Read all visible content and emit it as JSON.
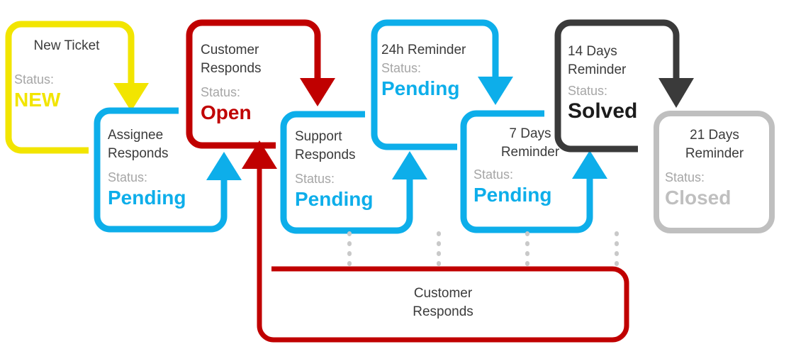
{
  "diagram": {
    "title_semantic": "ticket-status-workflow",
    "status_label": "Status:",
    "colors": {
      "new": "#F2E500",
      "open": "#C00000",
      "pending": "#0DAEEA",
      "solved": "#3A3A3A",
      "closed": "#BFBFBF",
      "title_text": "#3b3b3b",
      "status_label": "#a6a6a6",
      "dotted": "#c9c9c9",
      "background": "#ffffff"
    },
    "nodes": [
      {
        "id": "new-ticket",
        "title": "New Ticket",
        "status_label": "Status:",
        "value": "NEW",
        "color": "#F2E500",
        "value_color": "#F2E500",
        "align": "center"
      },
      {
        "id": "assignee-responds",
        "title": "Assignee\nResponds",
        "status_label": "Status:",
        "value": "Pending",
        "color": "#0DAEEA",
        "value_color": "#0DAEEA",
        "align": "left"
      },
      {
        "id": "customer-responds-open",
        "title": "Customer\nResponds",
        "status_label": "Status:",
        "value": "Open",
        "color": "#C00000",
        "value_color": "#C00000",
        "align": "left"
      },
      {
        "id": "support-responds",
        "title": "Support\nResponds",
        "status_label": "Status:",
        "value": "Pending",
        "color": "#0DAEEA",
        "value_color": "#0DAEEA",
        "align": "left"
      },
      {
        "id": "reminder-24h",
        "title": "24h Reminder",
        "status_label": "Status:",
        "value": "Pending",
        "color": "#0DAEEA",
        "value_color": "#0DAEEA",
        "align": "left"
      },
      {
        "id": "reminder-7-days",
        "title": "7 Days\nReminder",
        "status_label": "Status:",
        "value": "Pending",
        "color": "#0DAEEA",
        "value_color": "#0DAEEA",
        "align": "center"
      },
      {
        "id": "reminder-14-days",
        "title": "14 Days\nReminder",
        "status_label": "Status:",
        "value": "Solved",
        "color": "#3A3A3A",
        "value_color": "#1b1b1b",
        "align": "left"
      },
      {
        "id": "reminder-21-days",
        "title": "21 Days\nReminder",
        "status_label": "Status:",
        "value": "Closed",
        "color": "#BFBFBF",
        "value_color": "#BFBFBF",
        "align": "center"
      }
    ],
    "loopback": {
      "id": "customer-responds-loop",
      "title": "Customer\nResponds",
      "color": "#C00000"
    },
    "transitions": [
      {
        "from": "new-ticket",
        "to": "assignee-responds",
        "color": "#F2E500",
        "direction": "down"
      },
      {
        "from": "assignee-responds",
        "to": "customer-responds-open",
        "color": "#0DAEEA",
        "direction": "up"
      },
      {
        "from": "customer-responds-open",
        "to": "support-responds",
        "color": "#C00000",
        "direction": "down"
      },
      {
        "from": "support-responds",
        "to": "reminder-24h",
        "color": "#0DAEEA",
        "direction": "up"
      },
      {
        "from": "reminder-24h",
        "to": "reminder-7-days",
        "color": "#0DAEEA",
        "direction": "down"
      },
      {
        "from": "reminder-7-days",
        "to": "reminder-14-days",
        "color": "#0DAEEA",
        "direction": "up"
      },
      {
        "from": "reminder-14-days",
        "to": "reminder-21-days",
        "color": "#3A3A3A",
        "direction": "down"
      },
      {
        "from": "customer-responds-loop",
        "to": "customer-responds-open",
        "color": "#C00000",
        "direction": "up"
      }
    ]
  }
}
